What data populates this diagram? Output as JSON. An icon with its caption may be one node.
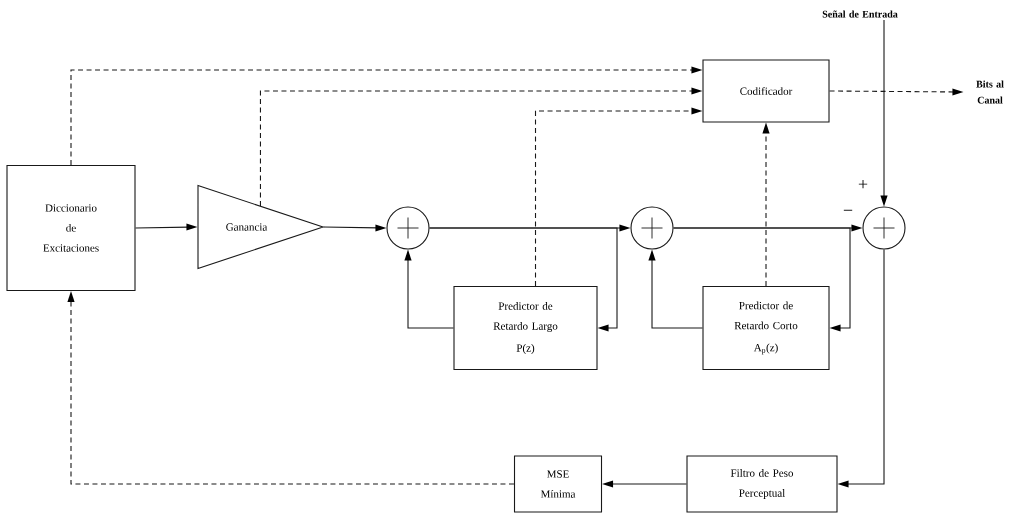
{
  "diagram": {
    "nodes": [
      {
        "text": [
          "Diccionario de Excitaciones"
        ]
      },
      {
        "text": [
          "Ganancia"
        ]
      },
      {
        "text": [],
        "shape": "circle"
      },
      {
        "text": [
          "Codificador"
        ]
      },
      {
        "text": [
          "Señal de Entrada"
        ]
      },
      {
        "text": [
          "Bits al Canal"
        ]
      },
      {
        "text": [],
        "shape": "circle"
      },
      {
        "text": [],
        "shape": "circle",
        "beside": [
          "+",
          "−"
        ]
      },
      {
        "text": [
          "Predictor de Retardo Largo",
          "P(z)"
        ]
      },
      {
        "text": [
          "Predictor de Retardo Corto",
          "A$_{p}$(z)"
        ]
      },
      {
        "text": [
          "MSE Mínima"
        ]
      },
      {
        "text": [
          "Filtro de Peso Perceptual"
        ]
      }
    ],
    "edges": [
      {
        "from": 0,
        "to": 1,
        "arrow": "to"
      },
      {
        "from": 1,
        "to": 2,
        "arrow": "to"
      },
      {
        "from": 2,
        "to": 6,
        "arrow": "to"
      },
      {
        "from": 6,
        "to": 7,
        "arrow": "to"
      },
      {
        "from": 4,
        "to": 7,
        "arrow": "to"
      },
      {
        "from": 0,
        "to": 3,
        "arrow": "to",
        "style": "dashed"
      },
      {
        "from": 1,
        "to": 3,
        "arrow": "to",
        "style": "dashed"
      },
      {
        "from": 8,
        "to": 3,
        "arrow": "to",
        "style": "dashed"
      },
      {
        "from": 9,
        "to": 3,
        "arrow": "to",
        "style": "dashed"
      },
      {
        "from": 3,
        "to": 5,
        "arrow": "to",
        "style": "dashed"
      },
      {
        "from": 8,
        "to": 2,
        "arrow": "to"
      },
      {
        "from": 2,
        "to": 8,
        "arrow": "to"
      },
      {
        "from": 9,
        "to": 6,
        "arrow": "to"
      },
      {
        "from": 6,
        "to": 9,
        "arrow": "to"
      },
      {
        "from": 7,
        "to": 11,
        "arrow": "to"
      },
      {
        "from": 11,
        "to": 10,
        "arrow": "to"
      },
      {
        "from": 10,
        "to": 0,
        "arrow": "to",
        "style": "dashed"
      }
    ]
  }
}
